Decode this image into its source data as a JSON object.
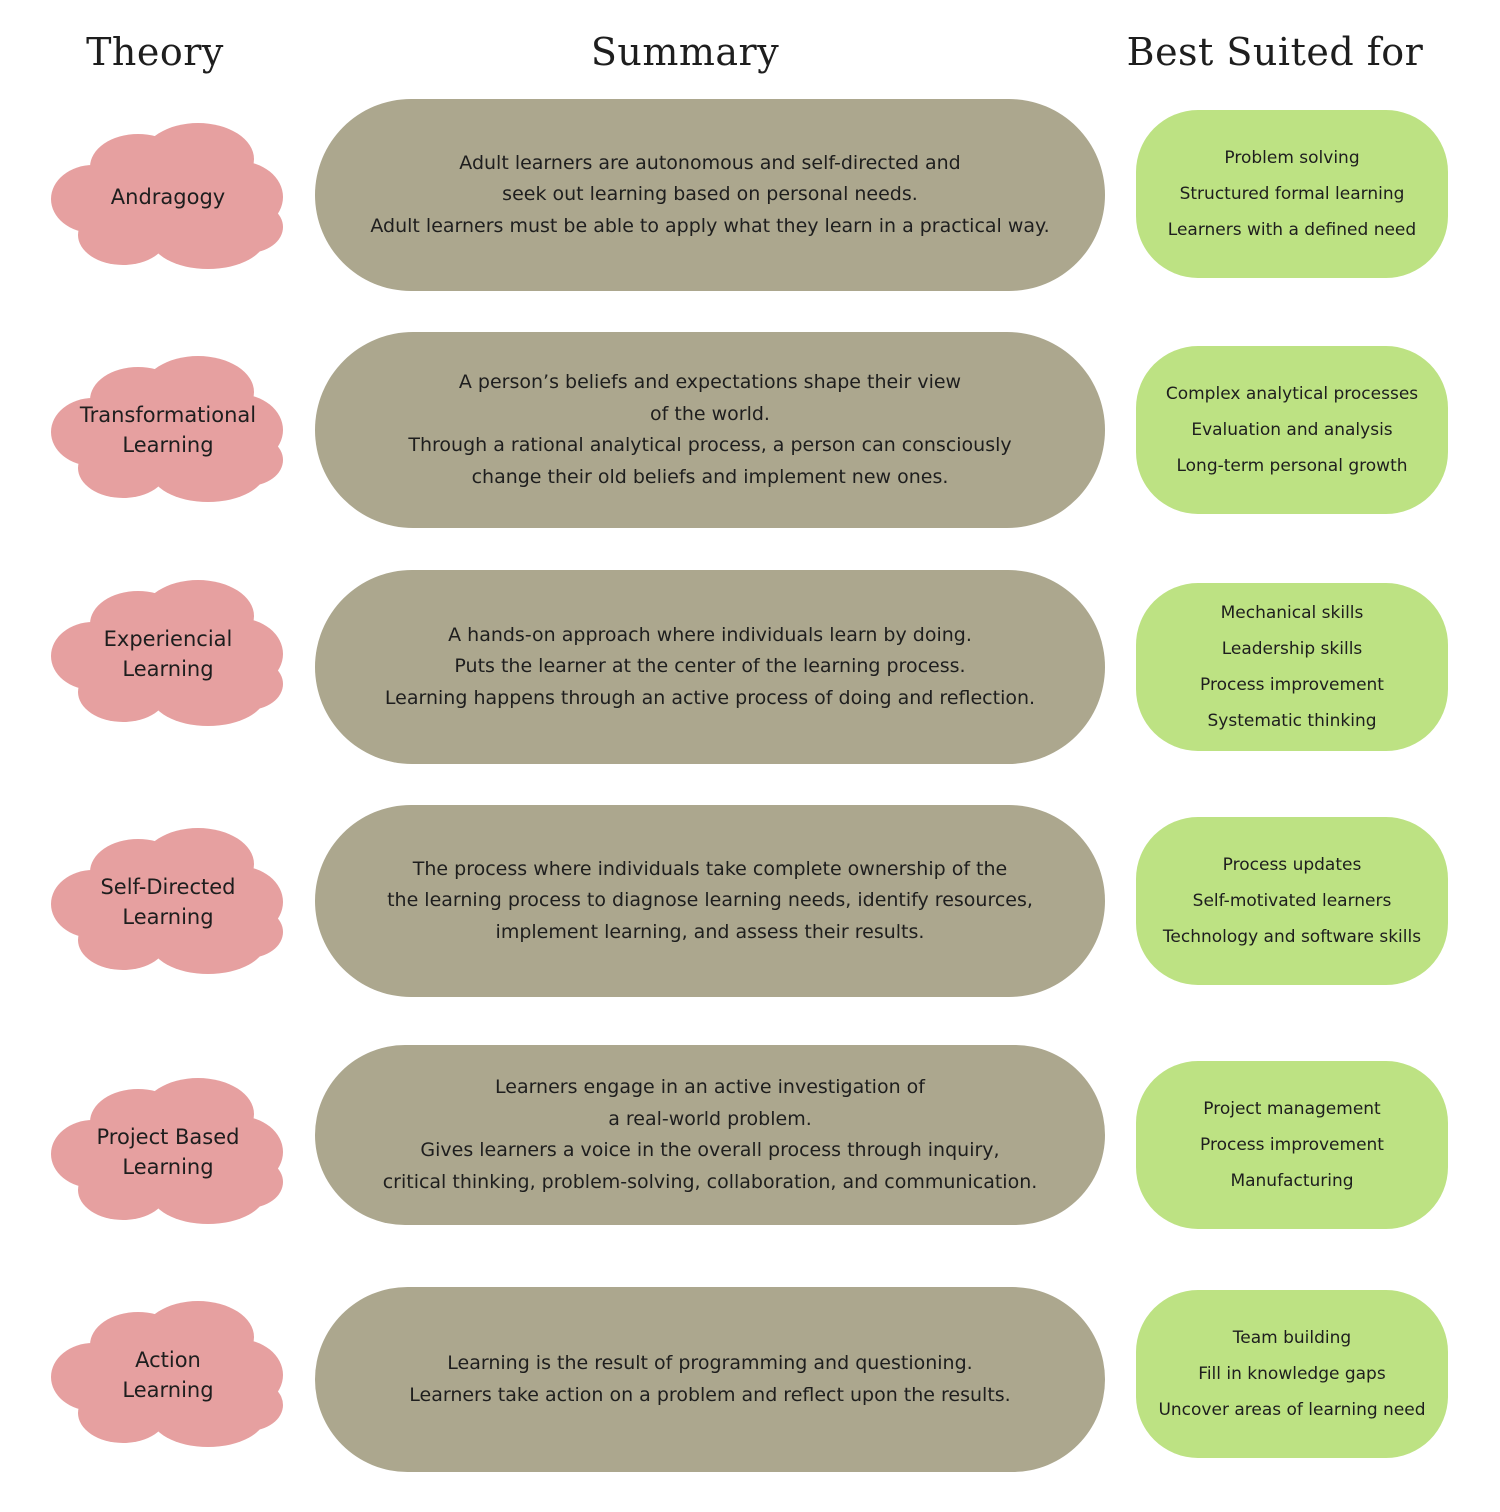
{
  "headers": {
    "theory": "Theory",
    "summary": "Summary",
    "best_suited": "Best Suited for"
  },
  "colors": {
    "cloud": "#e6a0a0",
    "summary_pill": "#aca78e",
    "best_pill": "#bde283"
  },
  "rows": [
    {
      "theory": "Andragogy",
      "summary": "Adult learners are autonomous and self-directed and\nseek out learning based on personal needs.\nAdult learners must be able to apply what they learn in a practical way.",
      "best": [
        "Problem solving",
        "Structured formal learning",
        "Learners with a defined need"
      ]
    },
    {
      "theory": "Transformational\nLearning",
      "summary": "A person’s beliefs and expectations shape their view\nof the world.\nThrough a rational analytical process, a person can consciously\nchange their old beliefs and implement new ones.",
      "best": [
        "Complex analytical processes",
        "Evaluation and analysis",
        "Long-term personal growth"
      ]
    },
    {
      "theory": "Experiencial\nLearning",
      "summary": "A hands-on approach where individuals learn by doing.\nPuts the learner at the center of the learning process.\nLearning happens through an active process of doing and reflection.",
      "best": [
        "Mechanical skills",
        "Leadership skills",
        "Process improvement",
        "Systematic thinking"
      ]
    },
    {
      "theory": "Self-Directed\nLearning",
      "summary": "The process where individuals take complete ownership of the\nthe learning process to diagnose learning needs, identify resources,\nimplement learning, and assess their results.",
      "best": [
        "Process updates",
        "Self-motivated learners",
        "Technology and software skills"
      ]
    },
    {
      "theory": "Project Based\nLearning",
      "summary": "Learners engage in an active investigation of\na real-world problem.\nGives learners a voice in the overall process through inquiry,\ncritical thinking, problem-solving, collaboration, and communication.",
      "best": [
        "Project management",
        "Process improvement",
        "Manufacturing"
      ]
    },
    {
      "theory": "Action\nLearning",
      "summary": "Learning is the result of programming and questioning.\nLearners take action on a problem and reflect upon the results.",
      "best": [
        "Team building",
        "Fill in knowledge gaps",
        "Uncover areas of learning need"
      ]
    }
  ]
}
